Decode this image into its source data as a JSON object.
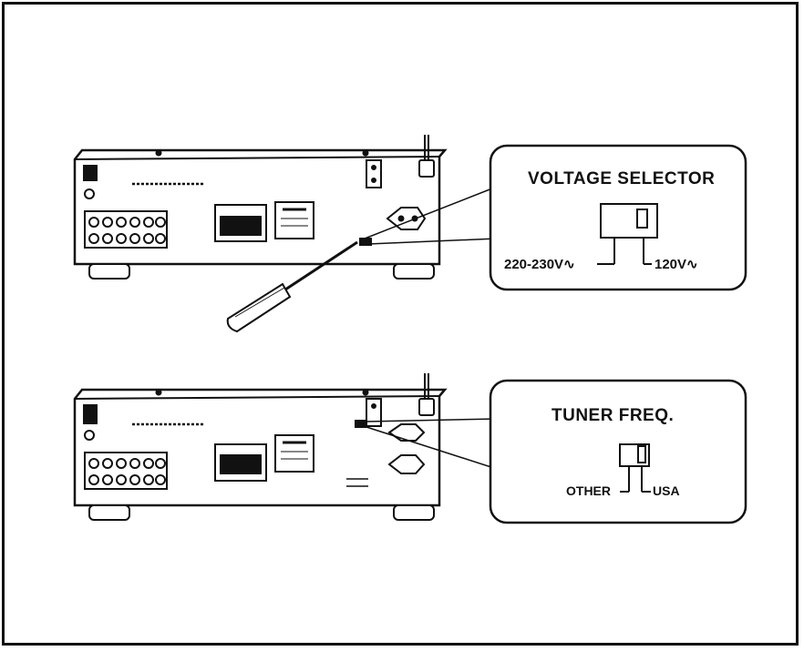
{
  "voltage_callout": {
    "title": "VOLTAGE SELECTOR",
    "left_label": "220-230V",
    "right_label": "120V",
    "ac_symbol": "∿"
  },
  "tuner_callout": {
    "title": "TUNER FREQ.",
    "left_label": "OTHER",
    "right_label": "USA"
  }
}
